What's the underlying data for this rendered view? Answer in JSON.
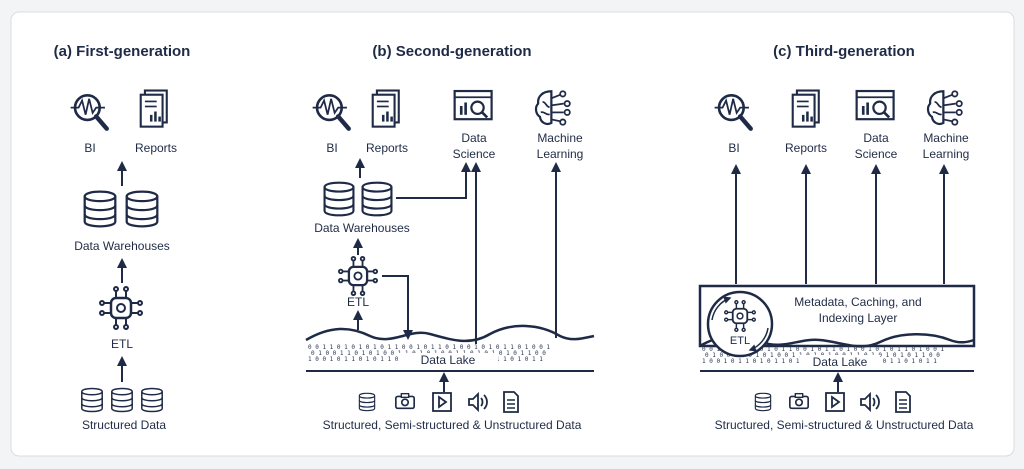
{
  "panel_a": {
    "title": "(a) First-generation",
    "bi": "BI",
    "reports": "Reports",
    "dw": "Data Warehouses",
    "etl": "ETL",
    "source": "Structured Data"
  },
  "panel_b": {
    "title": "(b) Second-generation",
    "bi": "BI",
    "reports": "Reports",
    "ds1": "Data",
    "ds2": "Science",
    "ml1": "Machine",
    "ml2": "Learning",
    "dw": "Data Warehouses",
    "etl": "ETL",
    "lake": "Data Lake",
    "source": "Structured, Semi-structured & Unstructured Data"
  },
  "panel_c": {
    "title": "(c) Third-generation",
    "bi": "BI",
    "reports": "Reports",
    "ds1": "Data",
    "ds2": "Science",
    "ml1": "Machine",
    "ml2": "Learning",
    "layer1": "Metadata, Caching, and",
    "layer2": "Indexing Layer",
    "etl": "ETL",
    "lake": "Data Lake",
    "source": "Structured, Semi-structured & Unstructured Data"
  },
  "icons": [
    "bi-magnifier-icon",
    "reports-doc-icon",
    "data-science-icon",
    "machine-learning-brain-icon",
    "database-icon",
    "etl-chip-icon",
    "camera-icon",
    "video-play-icon",
    "audio-icon",
    "document-icon"
  ],
  "colors": {
    "ink": "#1f2b46",
    "background": "#f3f4f6",
    "card": "#ffffff"
  }
}
